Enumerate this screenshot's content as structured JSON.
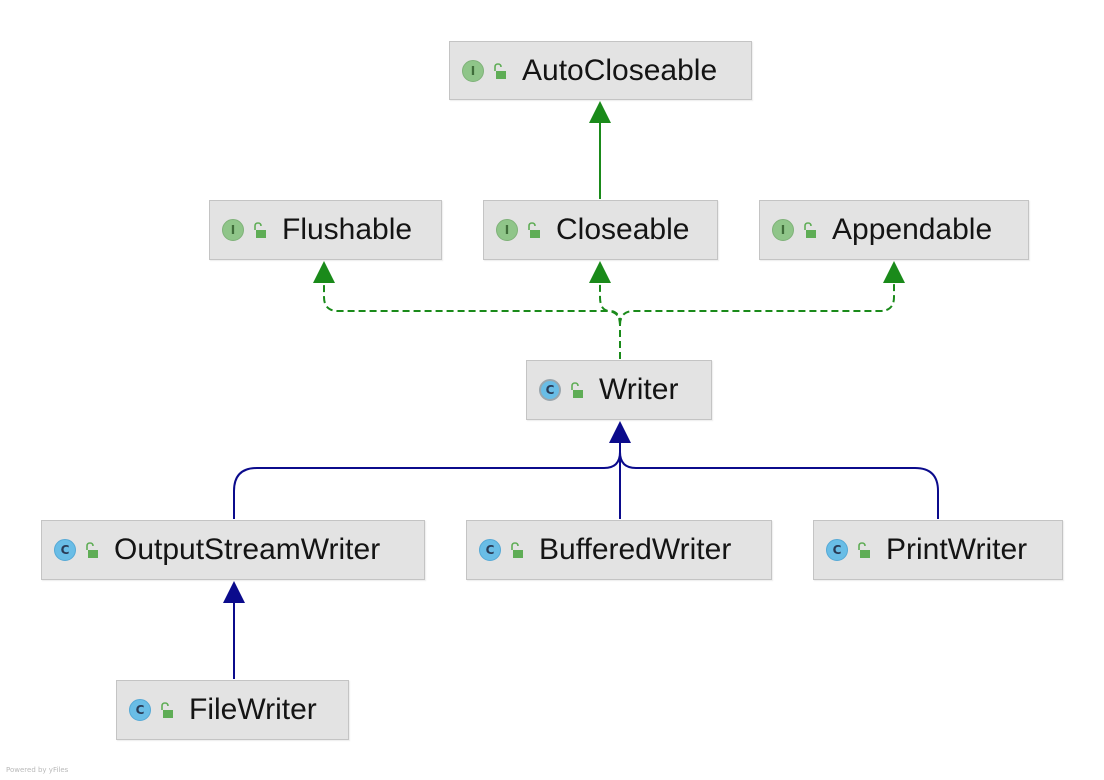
{
  "nodes": {
    "autocloseable": {
      "label": "AutoCloseable",
      "kind": "I"
    },
    "flushable": {
      "label": "Flushable",
      "kind": "I"
    },
    "closeable": {
      "label": "Closeable",
      "kind": "I"
    },
    "appendable": {
      "label": "Appendable",
      "kind": "I"
    },
    "writer": {
      "label": "Writer",
      "kind": "C"
    },
    "outputstreamwriter": {
      "label": "OutputStreamWriter",
      "kind": "C"
    },
    "bufferedwriter": {
      "label": "BufferedWriter",
      "kind": "C"
    },
    "printwriter": {
      "label": "PrintWriter",
      "kind": "C"
    },
    "filewriter": {
      "label": "FileWriter",
      "kind": "C"
    }
  },
  "edges": [
    {
      "from": "closeable",
      "to": "autocloseable",
      "type": "extends-interface"
    },
    {
      "from": "writer",
      "to": "flushable",
      "type": "implements"
    },
    {
      "from": "writer",
      "to": "closeable",
      "type": "implements"
    },
    {
      "from": "writer",
      "to": "appendable",
      "type": "implements"
    },
    {
      "from": "outputstreamwriter",
      "to": "writer",
      "type": "extends"
    },
    {
      "from": "bufferedwriter",
      "to": "writer",
      "type": "extends"
    },
    {
      "from": "printwriter",
      "to": "writer",
      "type": "extends"
    },
    {
      "from": "filewriter",
      "to": "outputstreamwriter",
      "type": "extends"
    }
  ],
  "colors": {
    "implements_edge": "#1a8a1a",
    "extends_edge": "#0b0b8c",
    "interface_badge": "#8fc589",
    "class_badge": "#69bde6",
    "lock_icon": "#5fad56"
  },
  "icons": {
    "interface": "interface-icon",
    "class": "class-icon",
    "abstract_class": "abstract-class-icon",
    "visibility": "unlocked-public-icon"
  },
  "watermark": "Powered by yFiles"
}
